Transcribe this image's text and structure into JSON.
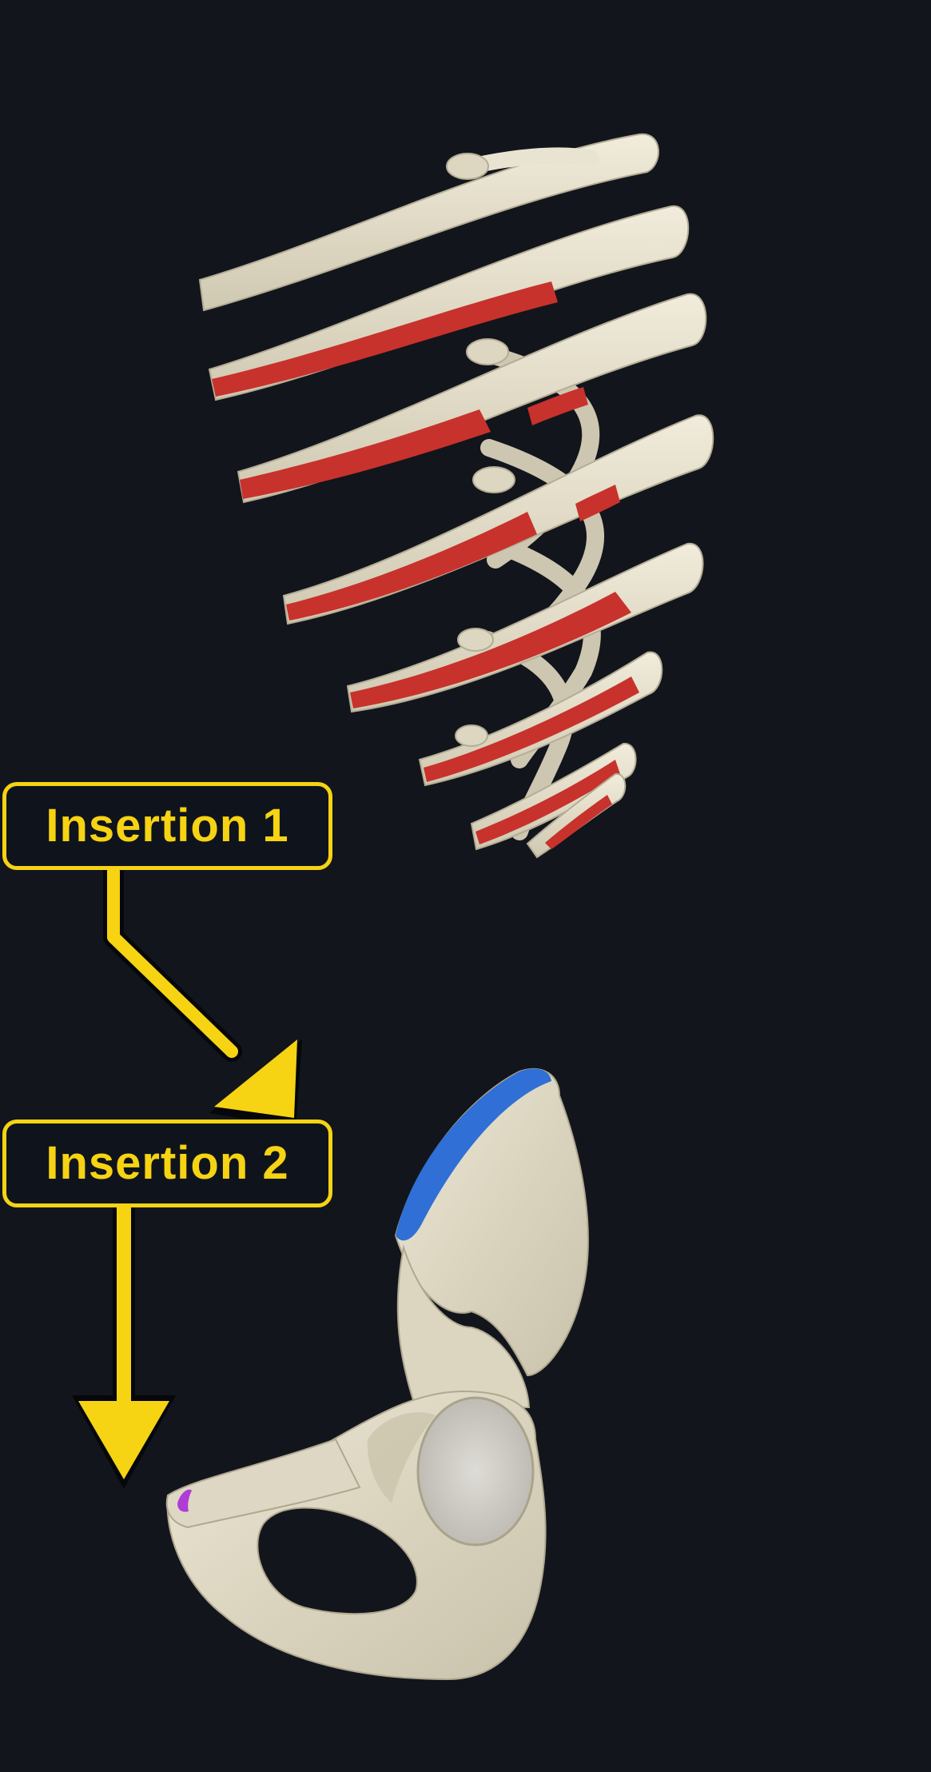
{
  "labels": {
    "insertion_1": "Insertion 1",
    "insertion_2": "Insertion 2"
  },
  "colors": {
    "background": "#12151c",
    "label_accent": "#f6d313",
    "bone": "#e4dfcc",
    "muscle_attachment_red": "#c8322c",
    "muscle_attachment_blue": "#2f6fd6",
    "muscle_attachment_purple": "#b03cd6"
  },
  "figures": {
    "top": "rib-cage-lower-ribs",
    "bottom": "hip-bone"
  }
}
